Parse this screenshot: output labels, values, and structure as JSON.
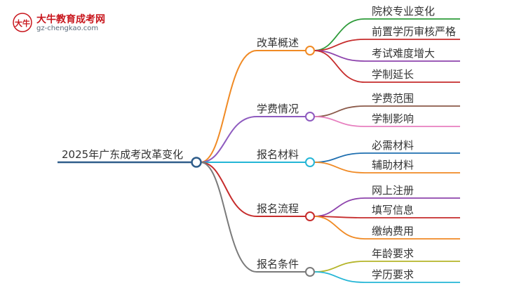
{
  "logo": {
    "title": "大牛教育成考网",
    "url": "gz-chengkao.com",
    "mark_text": "大牛",
    "color": "#c8161d"
  },
  "root": {
    "label": "2025年广东成考改革变化",
    "color": "#2f5d8a"
  },
  "branches": [
    {
      "label": "改革概述",
      "color": "#f08a24",
      "children": [
        {
          "label": "院校专业变化",
          "color": "#2e9b3a"
        },
        {
          "label": "前置学历审核严格",
          "color": "#c62c2c"
        },
        {
          "label": "考试难度增大",
          "color": "#8e44ad"
        },
        {
          "label": "学制延长",
          "color": "#c62c2c"
        }
      ]
    },
    {
      "label": "学费情况",
      "color": "#8e5bbf",
      "children": [
        {
          "label": "学费范围",
          "color": "#8b5a4a"
        },
        {
          "label": "学制影响",
          "color": "#e77fbf"
        }
      ]
    },
    {
      "label": "报名材料",
      "color": "#25b6d6",
      "children": [
        {
          "label": "必需材料",
          "color": "#1f6fb0"
        },
        {
          "label": "辅助材料",
          "color": "#f08a24"
        }
      ]
    },
    {
      "label": "报名流程",
      "color": "#c62c2c",
      "children": [
        {
          "label": "网上注册",
          "color": "#8e44ad"
        },
        {
          "label": "填写信息",
          "color": "#c62c2c"
        },
        {
          "label": "缴纳费用",
          "color": "#f08a24"
        }
      ]
    },
    {
      "label": "报名条件",
      "color": "#7a7a7a",
      "children": [
        {
          "label": "年龄要求",
          "color": "#b5b52a"
        },
        {
          "label": "学历要求",
          "color": "#25b6d6"
        }
      ]
    }
  ]
}
